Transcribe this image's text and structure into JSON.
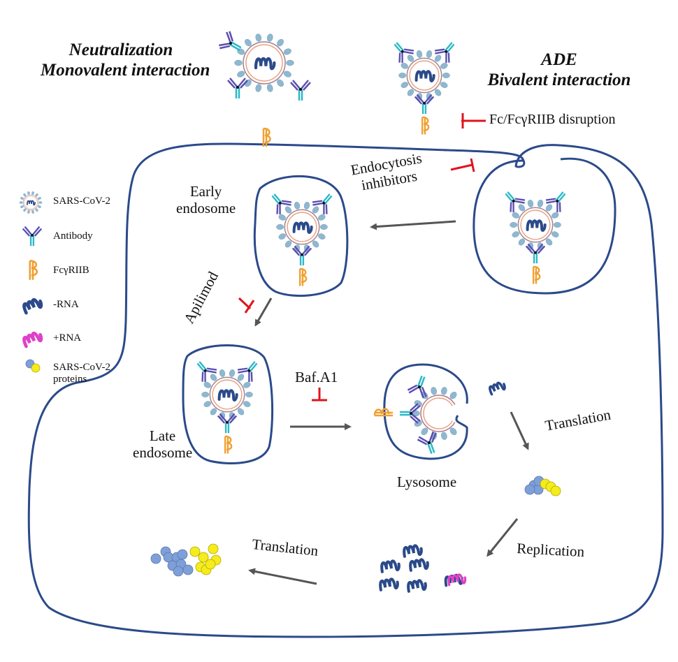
{
  "titles": {
    "neutralization_line1": "Neutralization",
    "neutralization_line2": "Monovalent interaction",
    "ade_line1": "ADE",
    "ade_line2": "Bivalent interaction"
  },
  "inhibitors": {
    "fc_disruption": "Fc/FcγRIIB disruption",
    "endocytosis_line1": "Endocytosis",
    "endocytosis_line2": "inhibitors",
    "apilimod": "Apilimod",
    "bafa1": "Baf.A1"
  },
  "compartments": {
    "early_line1": "Early",
    "early_line2": "endosome",
    "late_line1": "Late",
    "late_line2": "endosome",
    "lysosome": "Lysosome"
  },
  "processes": {
    "translation_upper": "Translation",
    "replication": "Replication",
    "translation_lower": "Translation"
  },
  "legend": {
    "items": [
      {
        "icon": "virion-icon",
        "label": "SARS-CoV-2"
      },
      {
        "icon": "antibody-icon",
        "label": "Antibody"
      },
      {
        "icon": "fcgriib-receptor-icon",
        "label": "FcγRIIB"
      },
      {
        "icon": "negative-rna-icon",
        "label": "-RNA"
      },
      {
        "icon": "positive-rna-icon",
        "label": "+RNA"
      },
      {
        "icon": "viral-proteins-icon",
        "label": "SARS-CoV-2",
        "label2": "proteins"
      }
    ]
  },
  "colors": {
    "membrane": "#2b4a8a",
    "inhibitor": "#e0141e",
    "arrow": "#555555",
    "antibody_fab": "#5a4fb0",
    "antibody_fc": "#2bb8c8",
    "receptor": "#f0a030",
    "spike": "#8fb8d0",
    "envelope": "#e8a080",
    "neg_rna": "#2b4a8a",
    "pos_rna": "#e040c8",
    "protein_blue": "#7f9fd8",
    "protein_yellow": "#f4ec1c"
  }
}
